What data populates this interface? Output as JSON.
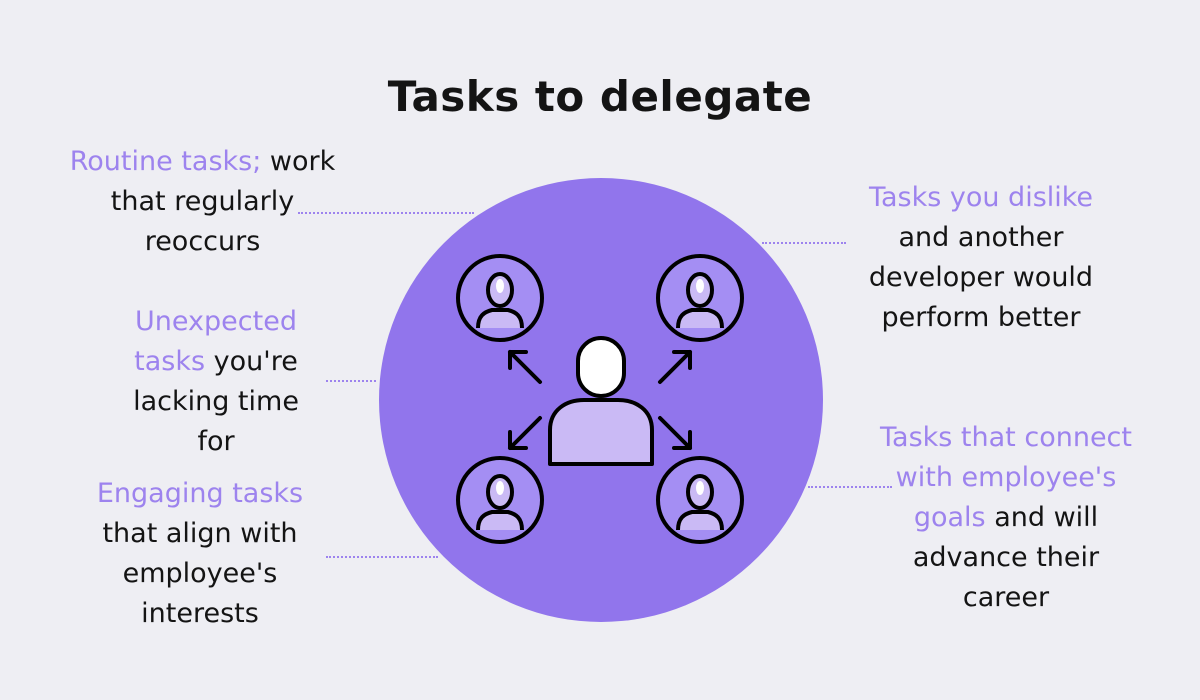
{
  "title": "Tasks to delegate",
  "colors": {
    "background": "#eeeef3",
    "circle": "#9175ec",
    "accent_text": "#9d83ee",
    "person_fill": "#cabaf5",
    "badge_fill": "#a48ef3",
    "ink": "#000000"
  },
  "icons": [
    "delegator-person-icon",
    "employee-avatar-icon",
    "arrow-icon"
  ],
  "items": [
    {
      "accent": "Routine tasks;",
      "text": "work that regularly reoccurs"
    },
    {
      "accent": "Unexpected tasks",
      "text": "you're lacking time for"
    },
    {
      "accent": "Engaging tasks",
      "text": "that align with employee's interests"
    },
    {
      "accent": "Tasks you dislike",
      "text": "and another developer would perform better"
    },
    {
      "accent": "Tasks that connect with employee's goals",
      "text": "and will advance their career"
    }
  ]
}
